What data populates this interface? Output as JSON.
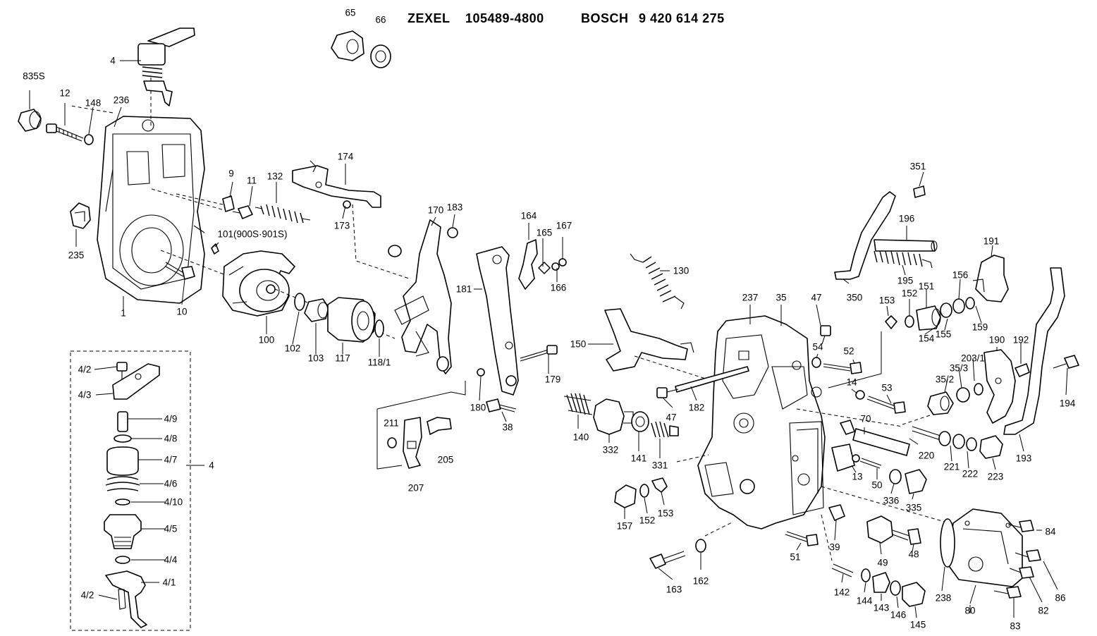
{
  "title": {
    "brand1": "ZEXEL",
    "num1": "105489-4800",
    "brand2": "BOSCH",
    "num2": "9 420 614 275"
  },
  "labels": {
    "p1": "1",
    "p4": "4",
    "p4b": "4",
    "p9": "9",
    "p10": "10",
    "p11": "11",
    "p12": "12",
    "p13": "13",
    "p14": "14",
    "p35": "35",
    "p35_2": "35/2",
    "p35_3": "35/3",
    "p38": "38",
    "p39": "39",
    "p47a": "47",
    "p47b": "47",
    "p48": "48",
    "p49": "49",
    "p50": "50",
    "p51": "51",
    "p52": "52",
    "p53": "53",
    "p54": "54",
    "p65": "65",
    "p66": "66",
    "p70": "70",
    "p80": "80",
    "p82": "82",
    "p83": "83",
    "p84": "84",
    "p86": "86",
    "p100": "100",
    "p101": "101(900S·901S)",
    "p102": "102",
    "p103": "103",
    "p117": "117",
    "p118": "118/1",
    "p130": "130",
    "p132": "132",
    "p140": "140",
    "p141": "141",
    "p142": "142",
    "p143": "143",
    "p144": "144",
    "p145": "145",
    "p146": "146",
    "p148": "148",
    "p150": "150",
    "p151": "151",
    "p152a": "152",
    "p152b": "152",
    "p153a": "153",
    "p153b": "153",
    "p154": "154",
    "p155": "155",
    "p156": "156",
    "p157": "157",
    "p159": "159",
    "p162": "162",
    "p163": "163",
    "p164": "164",
    "p165": "165",
    "p166": "166",
    "p167": "167",
    "p170": "170",
    "p173": "173",
    "p174": "174",
    "p179": "179",
    "p180": "180",
    "p181": "181",
    "p182": "182",
    "p183": "183",
    "p190": "190",
    "p191": "191",
    "p192": "192",
    "p193": "193",
    "p194": "194",
    "p195": "195",
    "p196": "196",
    "p203": "203/1",
    "p205": "205",
    "p207": "207",
    "p211": "211",
    "p220": "220",
    "p221": "221",
    "p222": "222",
    "p223": "223",
    "p235": "235",
    "p236": "236",
    "p237": "237",
    "p238": "238",
    "p331": "331",
    "p332": "332",
    "p335": "335",
    "p336": "336",
    "p350": "350",
    "p351": "351",
    "p835": "835S",
    "k42a": "4/2",
    "k43": "4/3",
    "k49": "4/9",
    "k48": "4/8",
    "k47": "4/7",
    "k46": "4/6",
    "k410": "4/10",
    "k45": "4/5",
    "k44": "4/4",
    "k41": "4/1",
    "k42b": "4/2"
  }
}
